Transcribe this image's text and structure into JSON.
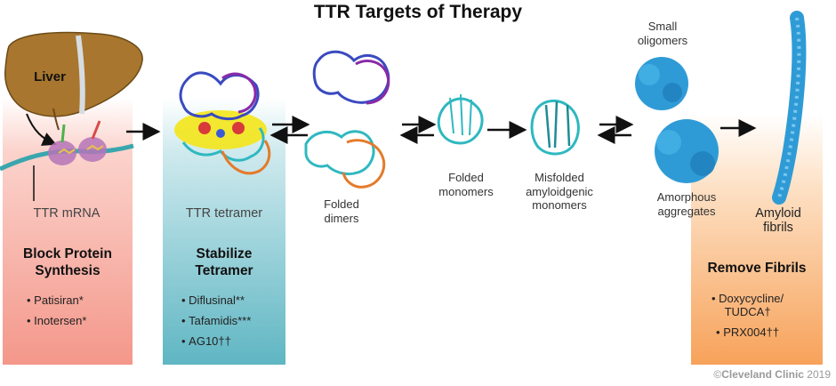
{
  "title": "TTR Targets of Therapy",
  "stages": {
    "liver": "Liver",
    "mrna": "TTR mRNA",
    "tetramer": "TTR tetramer",
    "dimers": "Folded\ndimers",
    "monomers": "Folded\nmonomers",
    "misfolded": "Misfolded\namyloidgenic\nmonomers",
    "oligomers": "Small\noligomers",
    "aggregates": "Amorphous\naggregates",
    "fibrils": "Amyloid\nfibrils"
  },
  "therapies": {
    "block": {
      "heading": "Block Protein\nSynthesis",
      "drugs": [
        "Patisiran*",
        "Inotersen*"
      ]
    },
    "stabilize": {
      "heading": "Stabilize\nTetramer",
      "drugs": [
        "Diflusinal**",
        "Tafamidis***",
        "AG10††"
      ]
    },
    "remove": {
      "heading": "Remove Fibrils",
      "drugs": [
        "Doxycycline/\nTUDCA†",
        "PRX004††"
      ]
    }
  },
  "credit": {
    "symbol": "©",
    "brand": "Cleveland Clinic",
    "year": "2019"
  },
  "colors": {
    "red": "#f4978a",
    "teal": "#5fb6c3",
    "orange": "#f7a25a",
    "liver": "#a8762e",
    "protein_blue": "#2f9bd6"
  }
}
